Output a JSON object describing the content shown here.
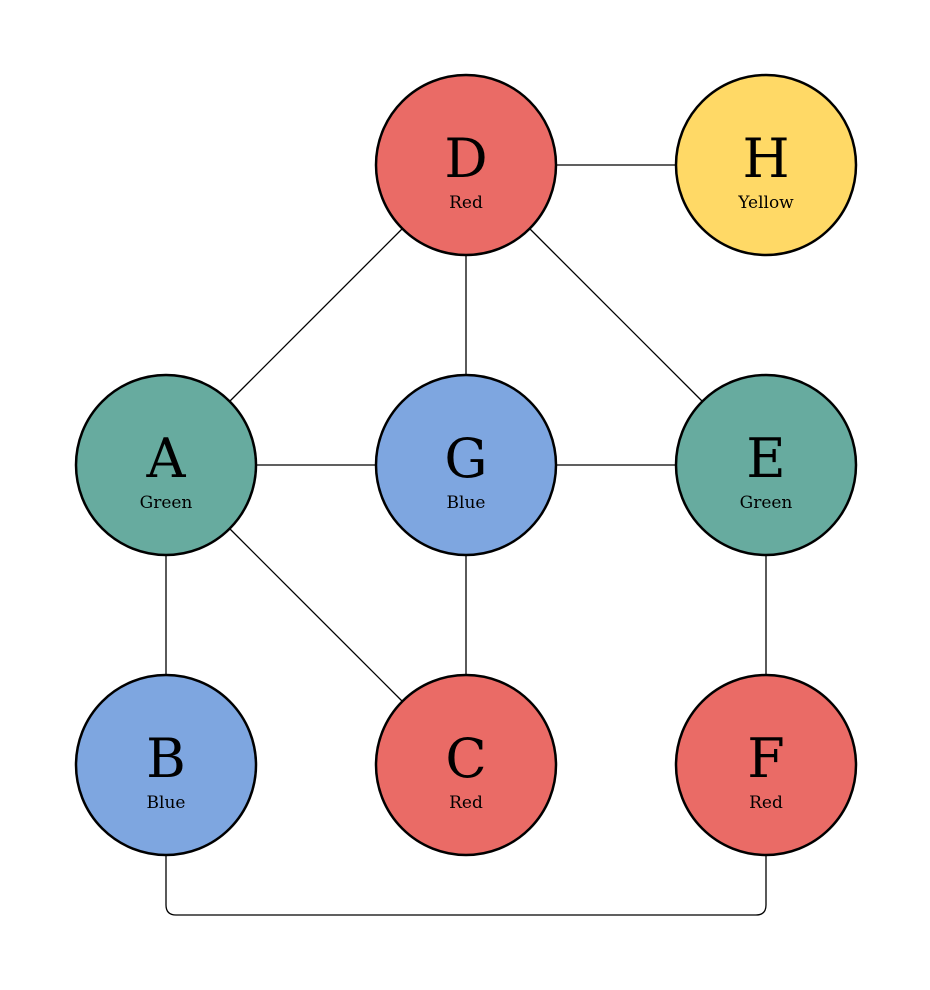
{
  "nodes": [
    {
      "id": "D",
      "label": "D",
      "color_name": "Red",
      "fill": "#EA6B66"
    },
    {
      "id": "H",
      "label": "H",
      "color_name": "Yellow",
      "fill": "#FFD966"
    },
    {
      "id": "A",
      "label": "A",
      "color_name": "Green",
      "fill": "#67AB9F"
    },
    {
      "id": "G",
      "label": "G",
      "color_name": "Blue",
      "fill": "#7EA6E0"
    },
    {
      "id": "E",
      "label": "E",
      "color_name": "Green",
      "fill": "#67AB9F"
    },
    {
      "id": "B",
      "label": "B",
      "color_name": "Blue",
      "fill": "#7EA6E0"
    },
    {
      "id": "C",
      "label": "C",
      "color_name": "Red",
      "fill": "#EA6B66"
    },
    {
      "id": "F",
      "label": "F",
      "color_name": "Red",
      "fill": "#EA6B66"
    }
  ],
  "edges": [
    {
      "from": "D",
      "to": "H"
    },
    {
      "from": "D",
      "to": "A"
    },
    {
      "from": "D",
      "to": "G"
    },
    {
      "from": "D",
      "to": "E"
    },
    {
      "from": "A",
      "to": "G"
    },
    {
      "from": "G",
      "to": "E"
    },
    {
      "from": "A",
      "to": "B"
    },
    {
      "from": "A",
      "to": "C"
    },
    {
      "from": "G",
      "to": "C"
    },
    {
      "from": "E",
      "to": "F"
    },
    {
      "from": "B",
      "to": "F"
    }
  ]
}
